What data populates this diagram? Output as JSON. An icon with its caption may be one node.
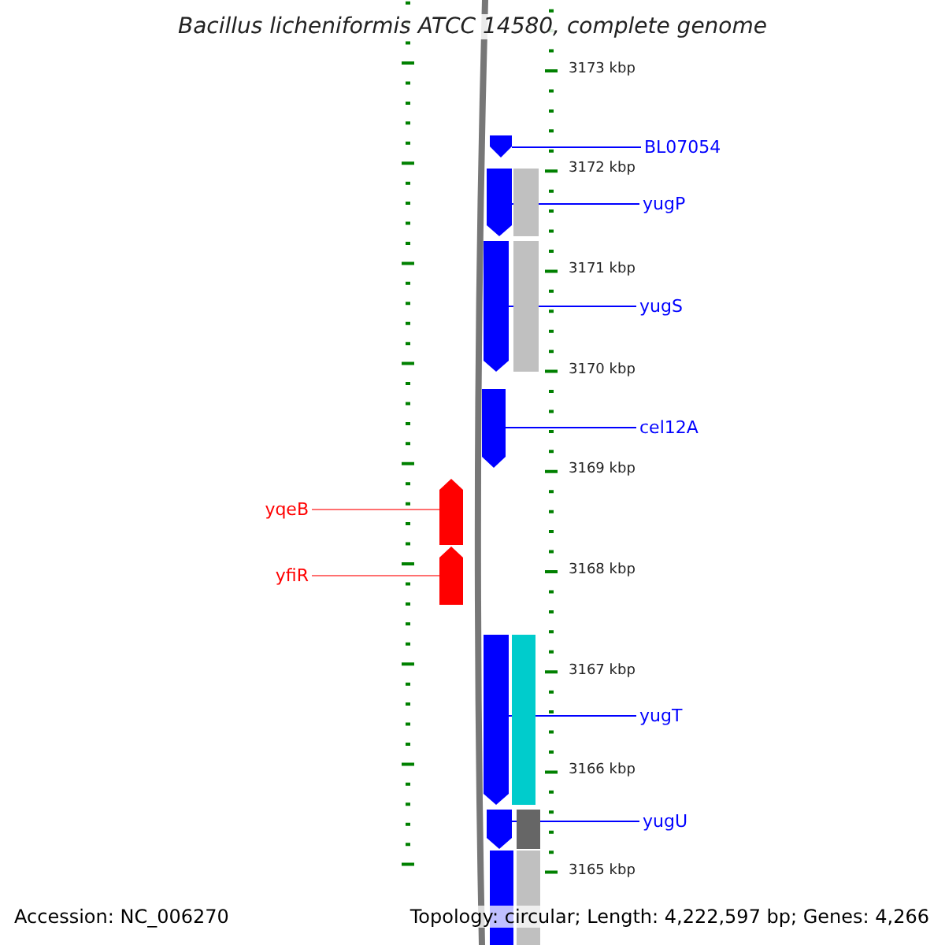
{
  "diagram": {
    "title": "Bacillus licheniformis ATCC 14580, complete genome",
    "nodes": [
      {
        "text": [
          "BL07054"
        ]
      },
      {
        "text": [],
        "shape": "arrow"
      },
      {
        "text": [
          "yugP"
        ]
      },
      {
        "text": [],
        "shape": "arrow"
      },
      {
        "text": [],
        "shape": "bar"
      },
      {
        "text": [
          "yugS"
        ]
      },
      {
        "text": [],
        "shape": "arrow"
      },
      {
        "text": [],
        "shape": "bar"
      },
      {
        "text": [
          "cel12A"
        ]
      },
      {
        "text": [],
        "shape": "arrow"
      },
      {
        "text": [
          "yqeB"
        ]
      },
      {
        "text": [],
        "shape": "arrow"
      },
      {
        "text": [
          "yfiR"
        ]
      },
      {
        "text": [],
        "shape": "arrow"
      },
      {
        "text": [
          "yugT"
        ]
      },
      {
        "text": [],
        "shape": "arrow"
      },
      {
        "text": [],
        "shape": "bar"
      },
      {
        "text": [
          "yugU"
        ]
      },
      {
        "text": [],
        "shape": "arrow"
      },
      {
        "text": [],
        "shape": "bar"
      },
      {
        "text": [],
        "shape": "bar"
      },
      {
        "text": [],
        "shape": "bar"
      }
    ],
    "edges": [
      {
        "from": 0,
        "to": 1,
        "arrow": "none"
      },
      {
        "from": 2,
        "to": 3,
        "arrow": "none"
      },
      {
        "from": 5,
        "to": 6,
        "arrow": "none"
      },
      {
        "from": 8,
        "to": 9,
        "arrow": "none"
      },
      {
        "from": 10,
        "to": 11,
        "arrow": "none",
        "color": "#ff7070"
      },
      {
        "from": 12,
        "to": 13,
        "arrow": "none",
        "color": "#ff7070"
      },
      {
        "from": 14,
        "to": 15,
        "arrow": "none"
      },
      {
        "from": 17,
        "to": 18,
        "arrow": "none"
      }
    ],
    "labels": [
      "3173 kbp",
      "3172 kbp",
      "3171 kbp",
      "3170 kbp",
      "3169 kbp",
      "3168 kbp",
      "3167 kbp",
      "3166 kbp",
      "3165 kbp",
      "Accession: NC_006270",
      "Topology: circular; Length: 4,222,597 bp; Genes: 4,266"
    ]
  }
}
